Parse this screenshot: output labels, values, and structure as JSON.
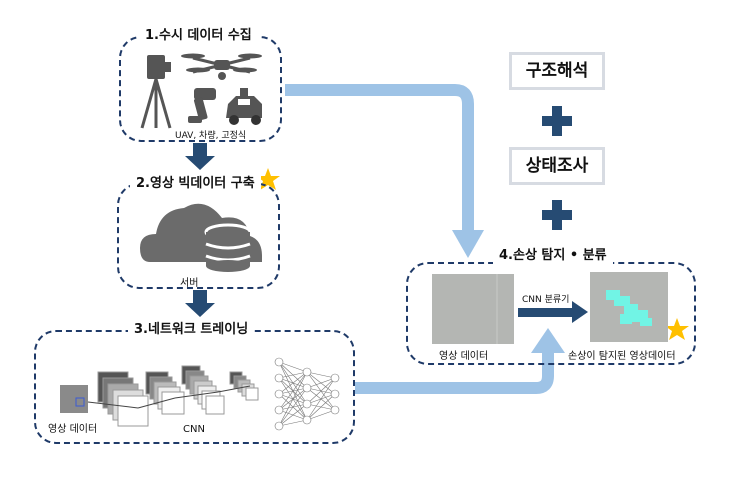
{
  "steps": {
    "collect": {
      "title": "1.수시 데이터 수집",
      "caption": "UAV, 차량, 고정식"
    },
    "bigdata": {
      "title": "2.영상 빅데이터 구축",
      "caption": "서버"
    },
    "training": {
      "title": "3.네트워크 트레이닝",
      "input_caption": "영상 데이터",
      "cnn_caption": "CNN"
    },
    "detect": {
      "title": "4.손상 탐지 • 분류",
      "input_caption": "영상 데이터",
      "classifier_label": "CNN 분류기",
      "output_caption": "손상이 탐지된 영상데이터"
    }
  },
  "side": {
    "structural": "구조해석",
    "condition": "상태조사"
  },
  "colors": {
    "dark_arrow": "#264b73",
    "light_arrow": "#9ec3e6",
    "box_border": "#1f3a68",
    "star": "#ffc000",
    "damage": "#66ffee"
  }
}
